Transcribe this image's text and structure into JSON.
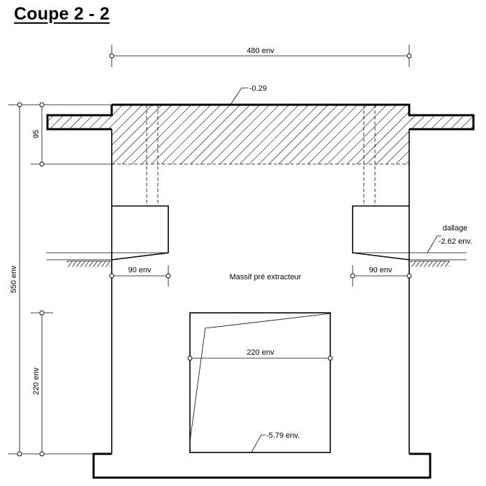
{
  "title": "Coupe 2 - 2",
  "dimensions": {
    "top_width": "480 env",
    "total_height": "550 env",
    "slab_thickness": "95",
    "lower_height": "220 env",
    "left_ledge": "90 env",
    "right_ledge": "90 env",
    "opening_width": "220 env"
  },
  "levels": {
    "top": "-0.29",
    "dallage_label": "dallage",
    "dallage_level": "-2.62 env.",
    "bottom": "-5.79 env."
  },
  "room_label": "Massif pré extracteur"
}
